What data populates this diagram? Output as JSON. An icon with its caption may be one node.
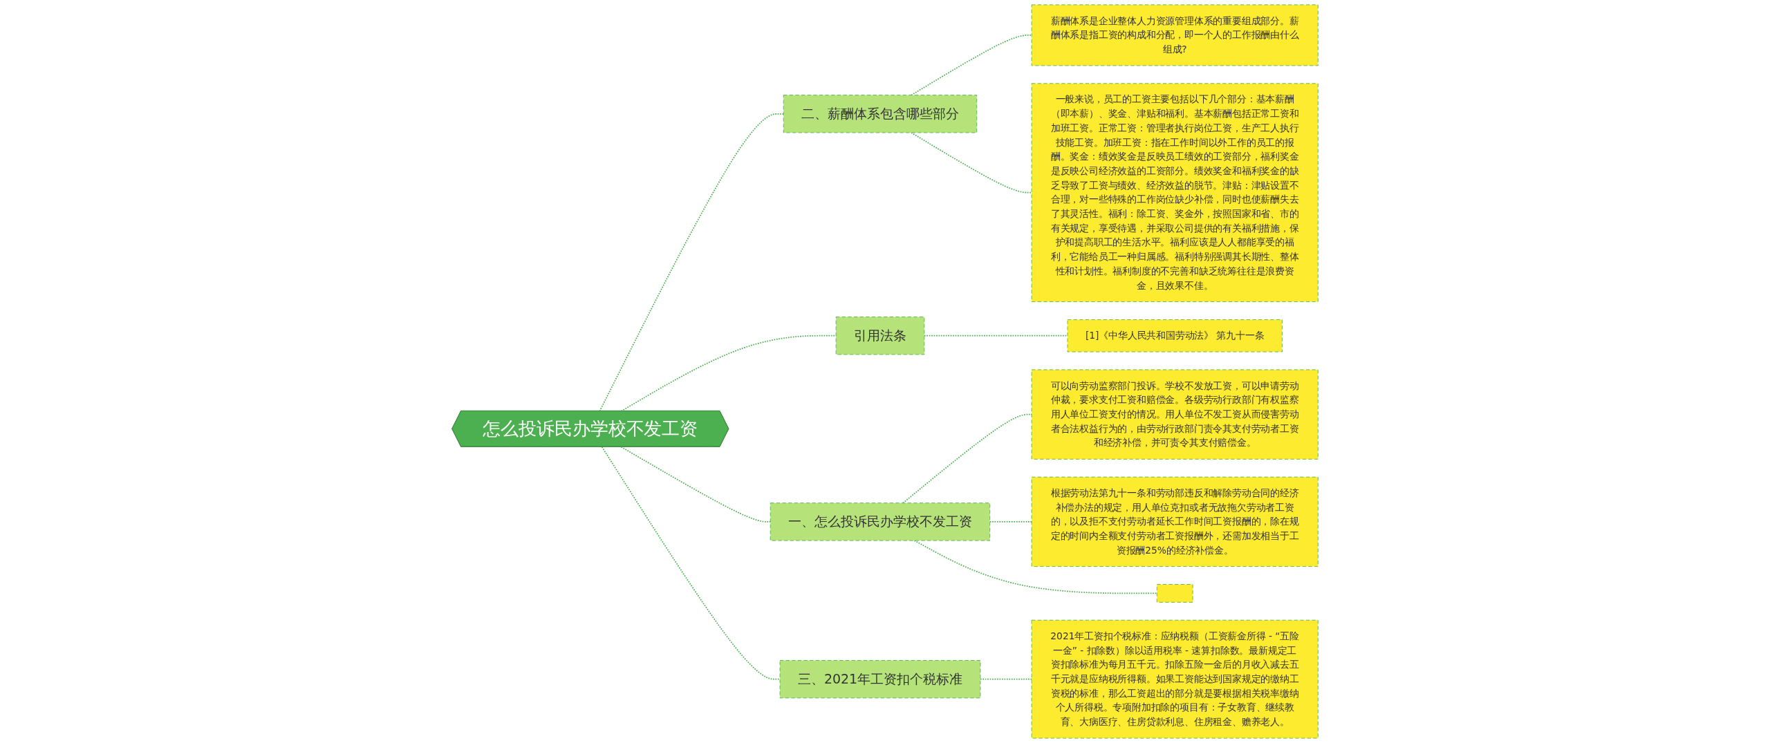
{
  "diagram": {
    "nodes": [
      {
        "text": [
          "怎么投诉民办学校不发工资"
        ]
      },
      {
        "text": [
          "二、薪酬体系包含哪些部分"
        ]
      },
      {
        "text": [
          "薪酬体系是企业整体人力资源管理体系的重要组成部分。薪酬体系是指工资的构成和分配，即一个人的工作报酬由什么组成?"
        ]
      },
      {
        "text": [
          "一般来说，员工的工资主要包括以下几个部分：基本薪酬（即本薪）、奖金、津贴和福利。基本薪酬包括正常工资和加班工资。正常工资：管理者执行岗位工资，生产工人执行技能工资。加班工资：指在工作时间以外工作的员工的报酬。奖金：绩效奖金是反映员工绩效的工资部分，福利奖金是反映公司经济效益的工资部分。绩效奖金和福利奖金的缺乏导致了工资与绩效、经济效益的脱节。津贴：津贴设置不合理，对一些特殊的工作岗位缺少补偿，同时也使薪酬失去了其灵活性。福利：除工资、奖金外，按照国家和省、市的有关规定，享受待遇，并采取公司提供的有关福利措施，保护和提高职工的生活水平。福利应该是人人都能享受的福利，它能给员工一种归属感。福利特别强调其长期性、整体性和计划性。福利制度的不完善和缺乏统筹往往是浪费资金，且效果不佳。"
        ]
      },
      {
        "text": [
          "引用法条"
        ]
      },
      {
        "text": [
          "[1]《中华人民共和国劳动法》 第九十一条"
        ]
      },
      {
        "text": [
          "一、怎么投诉民办学校不发工资"
        ]
      },
      {
        "text": [
          "可以向劳动监察部门投诉。学校不发放工资，可以申请劳动仲裁，要求支付工资和赔偿金。各级劳动行政部门有权监察用人单位工资支付的情况。用人单位不发工资从而侵害劳动者合法权益行为的，由劳动行政部门责令其支付劳动者工资和经济补偿，并可责令其支付赔偿金。"
        ]
      },
      {
        "text": [
          "根据劳动法第九十一条和劳动部违反和解除劳动合同的经济补偿办法的规定，用人单位克扣或者无故拖欠劳动者工资的，以及拒不支付劳动者延长工作时间工资报酬的，除在规定的时间内全额支付劳动者工资报酬外，还需加发相当于工资报酬25%的经济补偿金。"
        ]
      },
      {
        "text": [],
        "shape": "box"
      },
      {
        "text": [
          "三、2021年工资扣个税标准"
        ]
      },
      {
        "text": [
          "2021年工资扣个税标准：应纳税额（工资薪金所得 - “五险一金” - 扣除数）除以适用税率 - 速算扣除数。最新规定工资扣除标准为每月五千元。扣除五险一金后的月收入减去五千元就是应纳税所得额。如果工资能达到国家规定的缴纳工资税的标准，那么工资超出的部分就是要根据相关税率缴纳个人所得税。专项附加扣除的项目有：子女教育、继续教育、大病医疗、住房贷款利息、住房租金、赡养老人。"
        ]
      }
    ],
    "edges": [
      {
        "from": 0,
        "to": 1,
        "arrow": "none",
        "style": "dashed"
      },
      {
        "from": 1,
        "to": 2,
        "arrow": "none",
        "style": "dashed"
      },
      {
        "from": 1,
        "to": 3,
        "arrow": "none",
        "style": "dashed"
      },
      {
        "from": 0,
        "to": 4,
        "arrow": "none",
        "style": "dashed"
      },
      {
        "from": 4,
        "to": 5,
        "arrow": "none",
        "style": "dashed"
      },
      {
        "from": 0,
        "to": 6,
        "arrow": "none",
        "style": "dashed"
      },
      {
        "from": 6,
        "to": 7,
        "arrow": "none",
        "style": "dashed"
      },
      {
        "from": 6,
        "to": 8,
        "arrow": "none",
        "style": "dashed"
      },
      {
        "from": 6,
        "to": 9,
        "arrow": "none",
        "style": "dashed"
      },
      {
        "from": 0,
        "to": 10,
        "arrow": "none",
        "style": "dashed"
      },
      {
        "from": 10,
        "to": 11,
        "arrow": "none",
        "style": "dashed"
      }
    ]
  }
}
